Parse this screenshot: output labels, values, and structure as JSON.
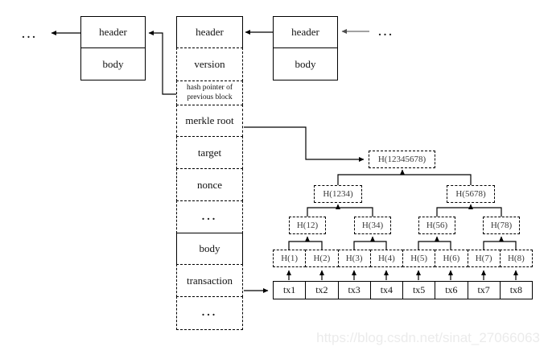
{
  "blocks": {
    "left": {
      "header": "header",
      "body": "body"
    },
    "right": {
      "header": "header",
      "body": "body"
    },
    "middle": {
      "rows": [
        {
          "id": "header",
          "label": "header"
        },
        {
          "id": "version",
          "label": "version"
        },
        {
          "id": "hash-pointer",
          "label": "hash pointer of previous block"
        },
        {
          "id": "merkle-root",
          "label": "merkle root"
        },
        {
          "id": "target",
          "label": "target"
        },
        {
          "id": "nonce",
          "label": "nonce"
        },
        {
          "id": "ellipsis-1",
          "label": "..."
        },
        {
          "id": "body",
          "label": "body"
        },
        {
          "id": "transaction",
          "label": "transaction"
        },
        {
          "id": "ellipsis-2",
          "label": "..."
        }
      ]
    }
  },
  "ellipsis": {
    "left": "...",
    "right": "..."
  },
  "merkle_tree": {
    "root": "H(12345678)",
    "level2": [
      "H(1234)",
      "H(5678)"
    ],
    "level3": [
      "H(12)",
      "H(34)",
      "H(56)",
      "H(78)"
    ],
    "level4": [
      "H(1)",
      "H(2)",
      "H(3)",
      "H(4)",
      "H(5)",
      "H(6)",
      "H(7)",
      "H(8)"
    ],
    "transactions": [
      "tx1",
      "tx2",
      "tx3",
      "tx4",
      "tx5",
      "tx6",
      "tx7",
      "tx8"
    ]
  },
  "watermark": "https://blog.csdn.net/sinat_27066063",
  "colors": {
    "line": "#000000",
    "gray_line": "#6b6b6b",
    "watermark": "#ebebeb"
  }
}
